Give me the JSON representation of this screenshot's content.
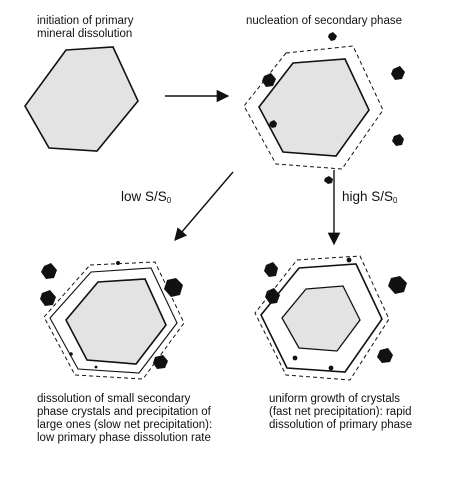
{
  "stage_captions": {
    "initial": "initiation of primary\nmineral dissolution",
    "nucleation": "nucleation of secondary phase",
    "low_path_result": "dissolution of small secondary\nphase crystals and precipitation of\nlarge ones (slow net precipitation):\nlow primary phase dissolution rate",
    "high_path_result": "uniform growth of crystals\n(fast net precipitation): rapid\ndissolution of primary phase"
  },
  "arrows": {
    "low": {
      "text": "low S/S",
      "subscript": "0"
    },
    "high": {
      "text": "high S/S",
      "subscript": "0"
    }
  },
  "colors": {
    "primary_fill": "#e3e3e3",
    "outline": "#111111",
    "crystal": "#111111",
    "background": "#ffffff"
  }
}
